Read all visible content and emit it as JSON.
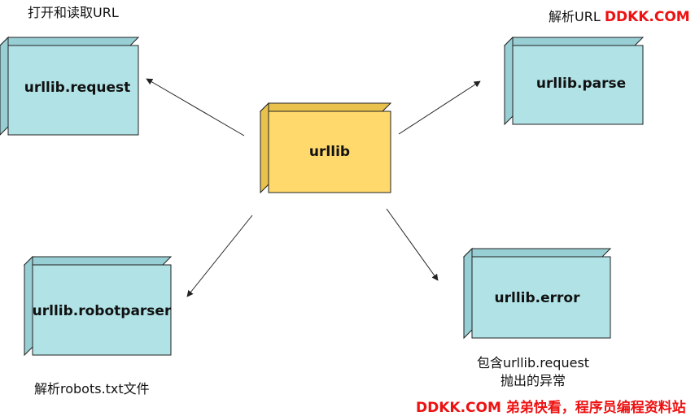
{
  "colors": {
    "center_fill": "#ffd96b",
    "center_side": "#e8c24d",
    "module_fill": "#b0e2e6",
    "module_side": "#98cfd4",
    "stroke": "#222222",
    "brand": "#ee1111"
  },
  "nodes": {
    "center": "urllib",
    "request": "urllib.request",
    "parse": "urllib.parse",
    "robotparser": "urllib.robotparser",
    "error": "urllib.error"
  },
  "notes": {
    "request": "打开和读取URL",
    "parse": "解析URL",
    "robotparser": "解析robots.txt文件",
    "error_line1": "包含urllib.request",
    "error_line2": "抛出的异常"
  },
  "brand": {
    "top": "DDKK.COM",
    "bottom": "DDKK.COM 弟弟快看，程序员编程资料站"
  }
}
